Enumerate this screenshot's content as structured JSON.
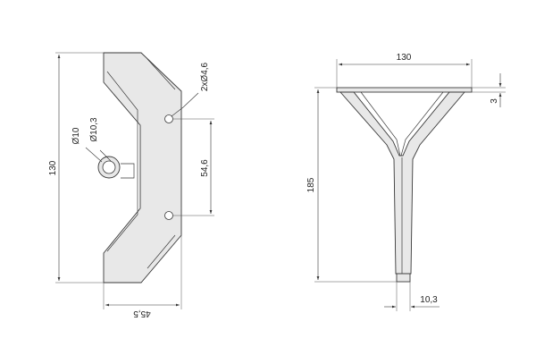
{
  "drawing": {
    "top_view": {
      "overall_length": "130",
      "width": "45,5",
      "bolt_hole_spacing": "54,6",
      "bolt_holes_note": "2xØ4,6",
      "tube_outer_dia": "Ø10",
      "tube_inner_dia": "Ø10,3"
    },
    "side_view": {
      "plate_width": "130",
      "plate_thickness": "3",
      "overall_height": "185",
      "foot_diameter": "10,3"
    }
  }
}
